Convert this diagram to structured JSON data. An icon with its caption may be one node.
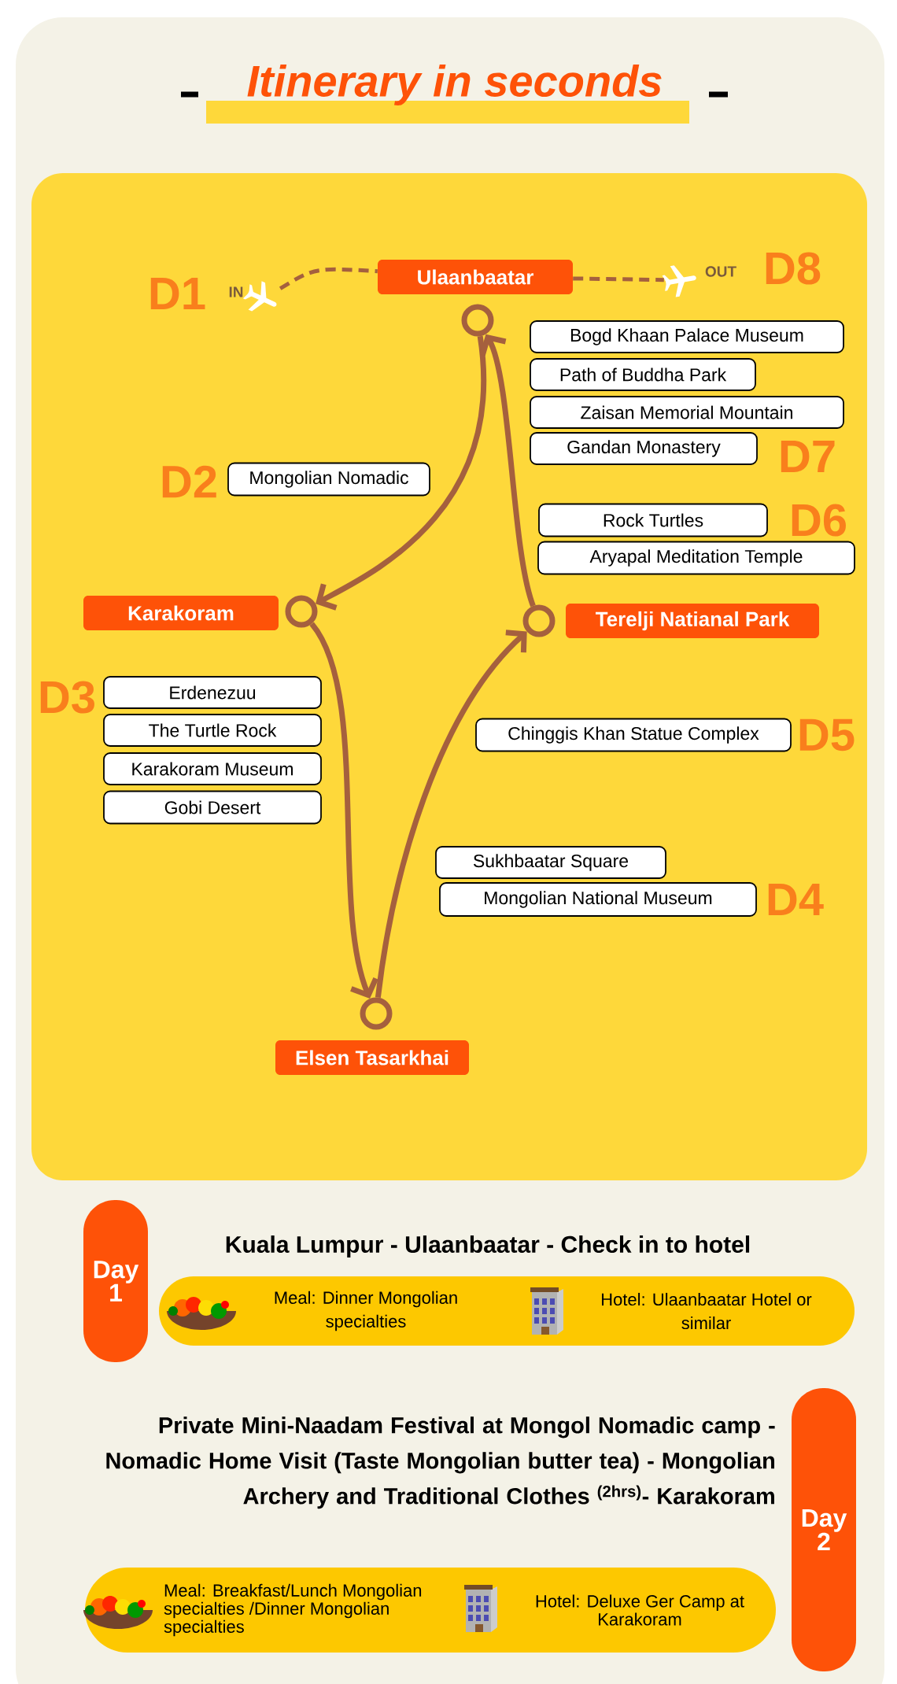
{
  "diagram": {
    "title": "Itinerary in seconds",
    "nodes": [
      {
        "text": [],
        "shape": "picture"
      },
      {
        "text": [
          "Ulaanbaatar"
        ]
      },
      {
        "text": [],
        "shape": "picture"
      },
      {
        "text": [],
        "shape": "circle"
      },
      {
        "text": [
          "Bogd Khaan Palace Museum"
        ]
      },
      {
        "text": [
          "Path of Buddha Park"
        ]
      },
      {
        "text": [
          "Zaisan Memorial Mountain"
        ]
      },
      {
        "text": [
          "Gandan Monastery"
        ]
      },
      {
        "text": [
          "Mongolian Nomadic"
        ]
      },
      {
        "text": [
          "Rock Turtles"
        ]
      },
      {
        "text": [
          "Aryapal Meditation Temple"
        ]
      },
      {
        "text": [
          "Karakoram"
        ]
      },
      {
        "text": [],
        "shape": "circle"
      },
      {
        "text": [],
        "shape": "circle"
      },
      {
        "text": [
          "Terelji Natianal Park"
        ]
      },
      {
        "text": [
          "Erdenezuu"
        ]
      },
      {
        "text": [
          "The Turtle Rock"
        ]
      },
      {
        "text": [
          "Karakoram Museum"
        ]
      },
      {
        "text": [
          "Gobi Desert"
        ]
      },
      {
        "text": [
          "Chinggis Khan Statue Complex"
        ]
      },
      {
        "text": [
          "Sukhbaatar Square"
        ]
      },
      {
        "text": [
          "Mongolian National Museum"
        ]
      },
      {
        "text": [],
        "shape": "circle"
      },
      {
        "text": [
          "Elsen Tasarkhai"
        ]
      },
      {
        "text": [
          "Day 1"
        ]
      },
      {
        "text": [
          "Meal: Dinner Mongolian specialties",
          "Hotel: Ulaanbaatar Hotel or similar"
        ],
        "beside": [
          "Kuala Lumpur - Ulaanbaatar - Check in to hotel"
        ]
      },
      {
        "text": [
          "Day 2"
        ]
      },
      {
        "text": [
          "Meal: Breakfast/Lunch Mongolian specialties /Dinner Mongolian specialties",
          "Hotel: Deluxe Ger Camp at Karakoram"
        ]
      }
    ],
    "edges": [
      {
        "from": 0,
        "to": 1,
        "arrow": "none",
        "style": "dashed"
      },
      {
        "from": 1,
        "to": 2,
        "arrow": "none",
        "style": "dashed"
      },
      {
        "from": 3,
        "to": 12,
        "arrow": "to"
      },
      {
        "from": 12,
        "to": 22,
        "arrow": "to"
      },
      {
        "from": 22,
        "to": 13,
        "arrow": "to"
      },
      {
        "from": 13,
        "to": 3,
        "arrow": "to"
      }
    ],
    "labels": [
      "D1",
      "IN",
      "OUT",
      "D8",
      "D7",
      "D2",
      "D6",
      "D3",
      "D5",
      "D4",
      "Private Mini-Naadam Festival at Mongol Nomadic camp - Nomadic Home Visit (Taste Mongolian butter tea) - Mongolian Archery and Traditional Clothes $^{(2hrs)}$- Karakoram"
    ]
  }
}
